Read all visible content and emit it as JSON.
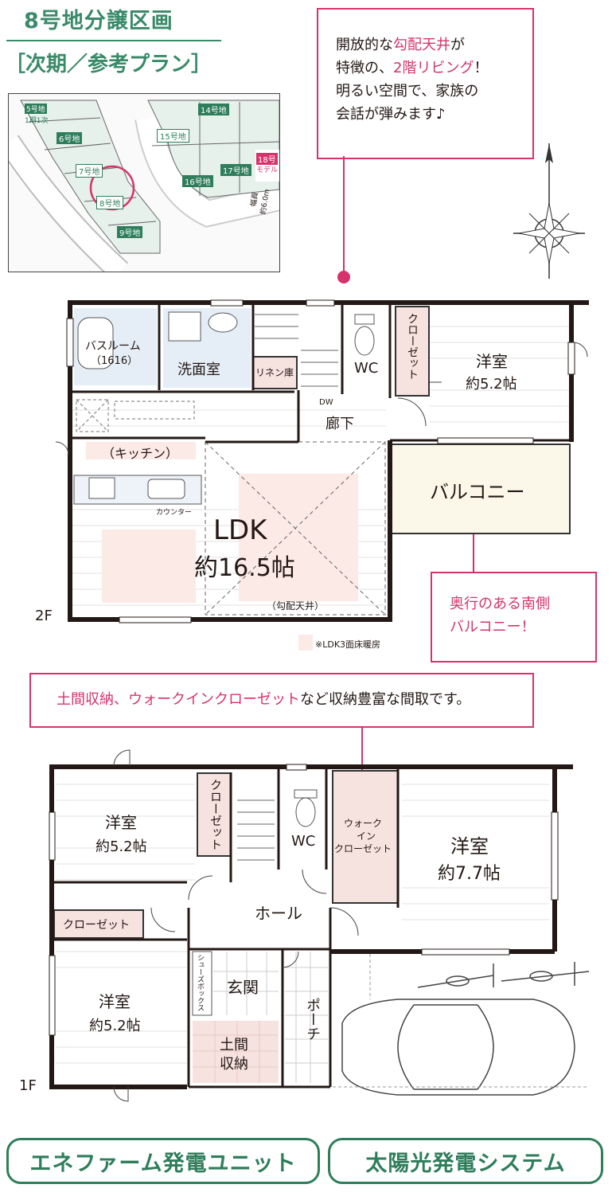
{
  "header": {
    "title": "8号地分譲区画",
    "subtitle": "［次期／参考プラン］"
  },
  "site_map": {
    "lots": [
      "5号地",
      "1期1次",
      "6号地",
      "7号地",
      "8号地",
      "9号地",
      "14号地",
      "15号地",
      "16号地",
      "17号地",
      "18号",
      "モデル"
    ],
    "road_label_1": "幅員",
    "road_label_2": "約6.0m"
  },
  "callout_top": {
    "line1_a": "開放的な",
    "line1_b": "勾配天井",
    "line1_c": "が",
    "line2_a": "特徴の、",
    "line2_b": "2階リビング",
    "line2_c": "！",
    "line3": "明るい空間で、家族の",
    "line4": "会話が弾みます♪"
  },
  "floor2": {
    "label": "2F",
    "bathroom": "バスルーム",
    "bathroom_size": "（1616）",
    "washroom": "洗面室",
    "linen": "リネン庫",
    "wc": "WC",
    "closet": "クローゼット",
    "western_room": "洋室",
    "western_size": "約5.2帖",
    "dw": "DW",
    "corridor": "廊下",
    "kitchen": "（キッチン）",
    "counter": "カウンター",
    "ldk": "LDK",
    "ldk_size": "約16.5帖",
    "ceiling": "（勾配天井）",
    "balcony": "バルコニー",
    "floor_heating_note": "※LDK3面床暖房"
  },
  "callout_balcony": {
    "line1": "奥行のある南側",
    "line2": "バルコニー！"
  },
  "callout_storage": {
    "part_a": "土間収納、ウォークインクローゼット",
    "part_b": "など収納豊富な間取です。"
  },
  "floor1": {
    "label": "1F",
    "room1": "洋室",
    "room1_size": "約5.2帖",
    "closet_v": "クローゼット",
    "wc": "WC",
    "wic_line1": "ウォーク",
    "wic_line2": "イン",
    "wic_line3": "クローゼット",
    "room2": "洋室",
    "room2_size": "約7.7帖",
    "closet_h": "クローゼット",
    "hall": "ホール",
    "shoebox": "シューズボックス",
    "entrance": "玄関",
    "room3": "洋室",
    "room3_size": "約5.2帖",
    "doma_1": "土間",
    "doma_2": "収納",
    "porch": "ポーチ"
  },
  "badges": {
    "enefarm": "エネファーム発電ユニット",
    "solar": "太陽光発電システム"
  },
  "colors": {
    "accent_green": "#2e7d5b",
    "accent_pink": "#d6336c",
    "closet_fill": "#f6e2df",
    "balcony_fill": "#fbf8ea"
  }
}
